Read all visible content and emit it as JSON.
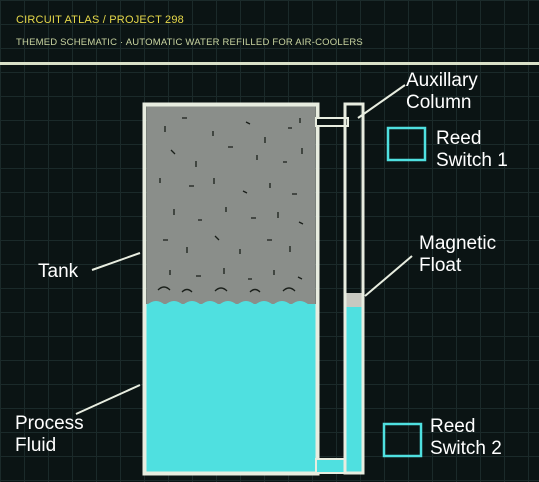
{
  "header": {
    "breadcrumb": "CIRCUIT ATLAS / PROJECT 298",
    "subtitle": "THEMED SCHEMATIC · AUTOMATIC WATER REFILLED FOR AIR-COOLERS"
  },
  "labels": {
    "auxillary_column": [
      "Auxillary",
      "Column"
    ],
    "reed_switch_1": [
      "Reed",
      "Switch 1"
    ],
    "magnetic_float": [
      "Magnetic",
      "Float"
    ],
    "tank": "Tank",
    "process_fluid": [
      "Process",
      "Fluid"
    ],
    "reed_switch_2": [
      "Reed",
      "Switch 2"
    ]
  },
  "colors": {
    "background": "#0b1414",
    "fluid": "#4fe0e0",
    "gas_fill": "#8a8e8a",
    "outline": "#e8ede0",
    "reed_switch": "#4fe0e0"
  }
}
